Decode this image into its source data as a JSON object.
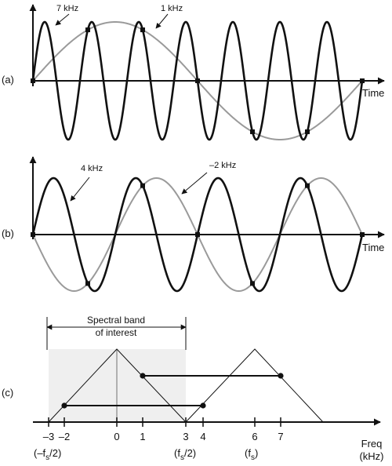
{
  "panels": {
    "a": {
      "label": "(a)",
      "axis_label": "Time",
      "fast_wave_label": "7 kHz",
      "slow_wave_label": "1 kHz",
      "fast_freq_khz": 7,
      "slow_freq_khz": 1
    },
    "b": {
      "label": "(b)",
      "axis_label": "Time",
      "dark_wave_label": "4 kHz",
      "gray_wave_label": "–2 kHz",
      "dark_freq_khz": 4,
      "gray_freq_khz": -2
    },
    "c": {
      "label": "(c)",
      "band_label_line1": "Spectral band",
      "band_label_line2": "of interest",
      "axis_label_line1": "Freq",
      "axis_label_line2": "(kHz)",
      "ticks": [
        "–3",
        "–2",
        "0",
        "1",
        "3",
        "4",
        "6",
        "7"
      ],
      "sub_labels": {
        "neg_half": "(–f",
        "neg_half_sub": "s",
        "neg_half_tail": "/2)",
        "pos_half": "(f",
        "pos_half_sub": "s",
        "pos_half_tail": "/2)",
        "fs": "(f",
        "fs_sub": "s",
        "fs_tail": ")"
      }
    }
  },
  "colors": {
    "dark": "#111111",
    "gray": "#9a9a9a",
    "shade": "#efefef"
  }
}
